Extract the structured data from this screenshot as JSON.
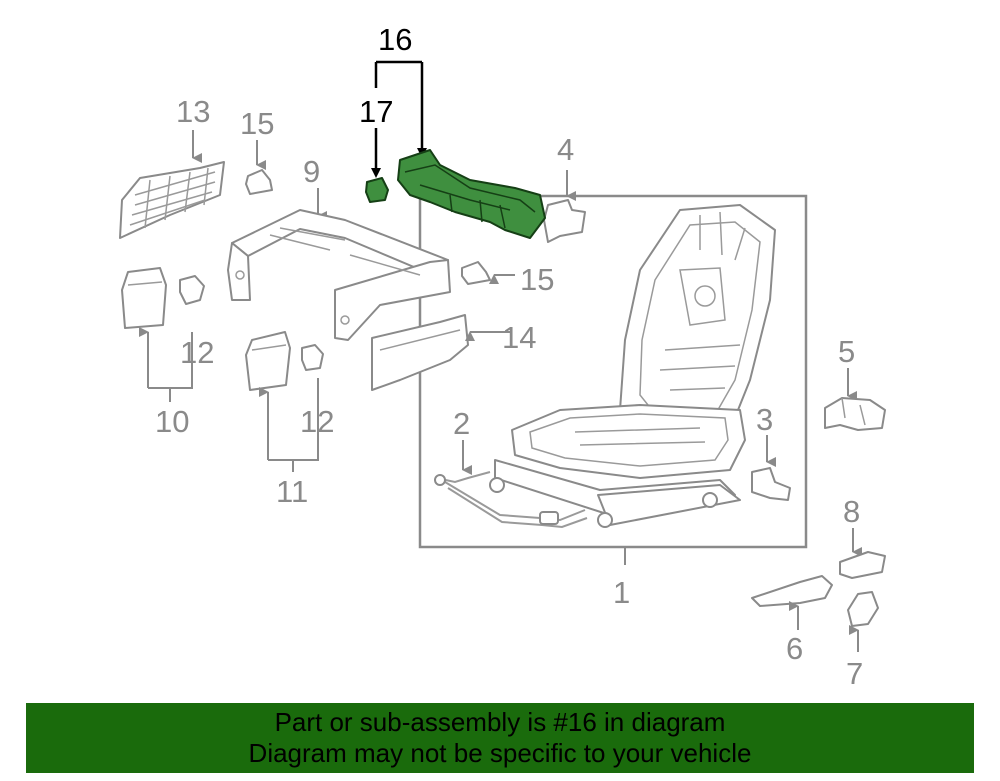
{
  "diagram": {
    "callouts": [
      "1",
      "2",
      "3",
      "4",
      "5",
      "6",
      "7",
      "8",
      "9",
      "10",
      "11",
      "12",
      "12",
      "13",
      "14",
      "15",
      "15",
      "16",
      "17"
    ],
    "highlighted_part": "16",
    "colors": {
      "highlight_fill": "#3f8f3f",
      "line_gray": "#8a8a8a",
      "banner_bg": "#1a6b0c"
    }
  },
  "banner": {
    "line1": "Part or sub-assembly is #16 in diagram",
    "line2": "Diagram may not be specific to your vehicle"
  }
}
